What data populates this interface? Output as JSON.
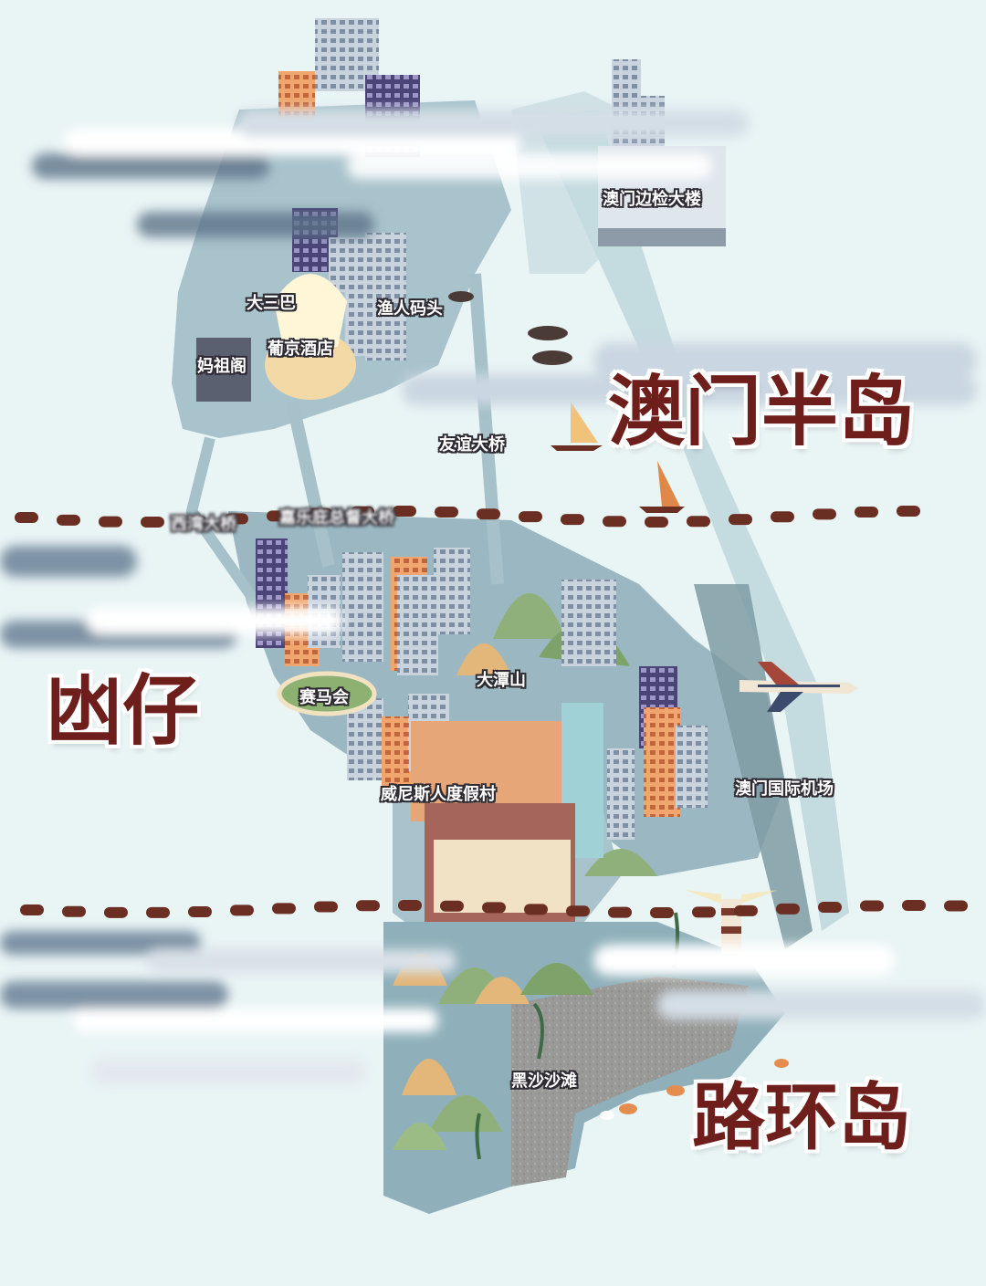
{
  "regions": {
    "peninsula": "澳门半岛",
    "taipa": "凼仔",
    "coloane": "路环岛"
  },
  "places": {
    "border_building": "澳门边检大楼",
    "ruins_st_paul": "大三巴",
    "fishermans_wharf": "渔人码头",
    "grand_lisboa": "葡京酒店",
    "a_ma_temple": "妈祖阁",
    "friendship_bridge": "友谊大桥",
    "sai_van_bridge": "西湾大桥",
    "governor_bridge": "嘉乐庇总督大桥",
    "taipa_grande": "大潭山",
    "jockey_club": "赛马会",
    "venetian": "威尼斯人度假村",
    "airport": "澳门国际机场",
    "hac_sa_beach": "黑沙沙滩"
  },
  "colors": {
    "background": "#e9f4f5",
    "land": "#9bb8c2",
    "land_dark": "#6f8f9a",
    "region_text": "#6e1f1c",
    "divider_dash": "#6b2e22",
    "hill_green": "#8fb07a",
    "hill_tan": "#e3b77a",
    "beach_gray": "#9a9a98"
  }
}
